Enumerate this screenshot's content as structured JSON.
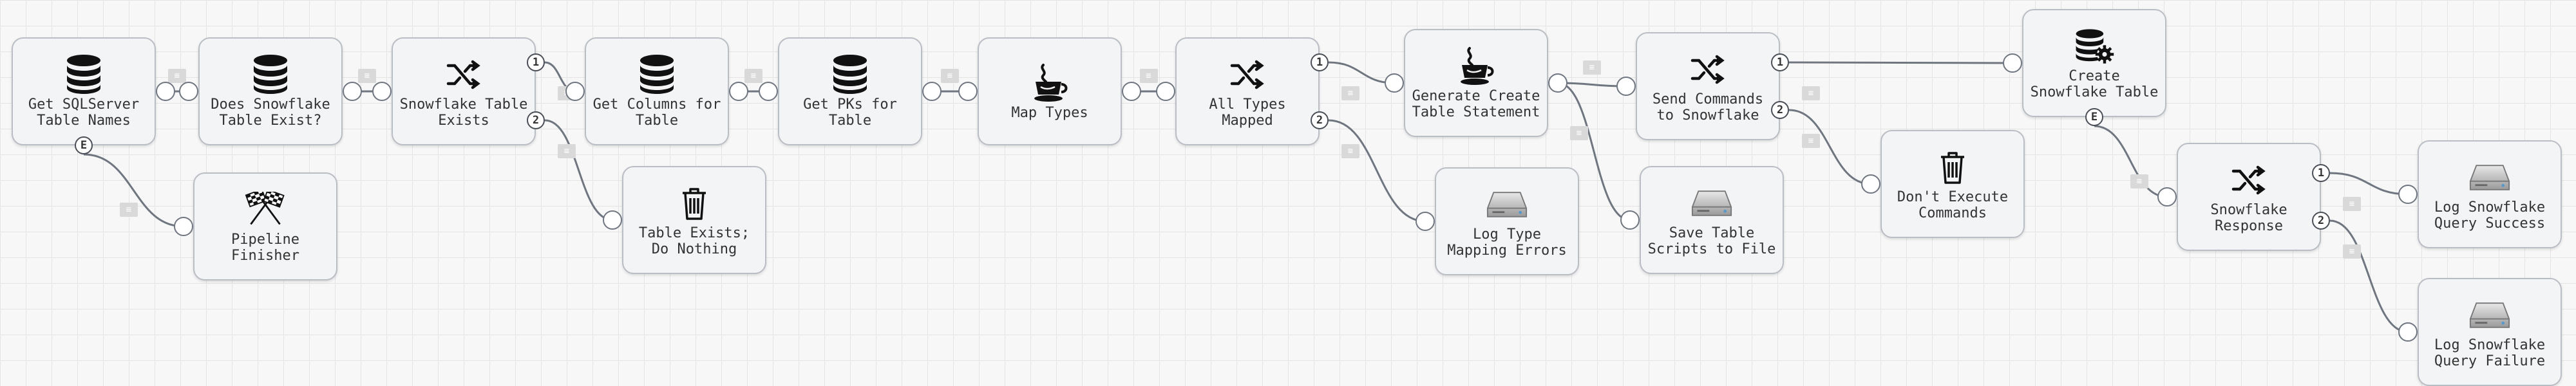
{
  "nodes": [
    {
      "id": "n1",
      "label": "Get SQLServer\nTable Names",
      "icon": "database-icon"
    },
    {
      "id": "n2",
      "label": "Does Snowflake\nTable Exist?",
      "icon": "database-icon"
    },
    {
      "id": "n3",
      "label": "Snowflake Table\nExists",
      "icon": "shuffle-icon"
    },
    {
      "id": "n4",
      "label": "Get Columns for\nTable",
      "icon": "database-icon"
    },
    {
      "id": "n5",
      "label": "Get PKs for\nTable",
      "icon": "database-icon"
    },
    {
      "id": "n6",
      "label": "Map Types",
      "icon": "blender-icon"
    },
    {
      "id": "n7",
      "label": "All Types\nMapped",
      "icon": "shuffle-icon"
    },
    {
      "id": "n8",
      "label": "Generate Create\nTable Statement",
      "icon": "blender-icon"
    },
    {
      "id": "n9",
      "label": "Send Commands\nto Snowflake",
      "icon": "shuffle-icon"
    },
    {
      "id": "n10",
      "label": "Create\nSnowflake Table",
      "icon": "database-gear-icon"
    },
    {
      "id": "n11",
      "label": "Pipeline\nFinisher",
      "icon": "checkered-flags-icon"
    },
    {
      "id": "n12",
      "label": "Table Exists;\nDo Nothing",
      "icon": "trash-icon"
    },
    {
      "id": "n13",
      "label": "Log Type\nMapping Errors",
      "icon": "disk-icon"
    },
    {
      "id": "n14",
      "label": "Save Table\nScripts to File",
      "icon": "disk-icon"
    },
    {
      "id": "n15",
      "label": "Don't Execute\nCommands",
      "icon": "trash-icon"
    },
    {
      "id": "n16",
      "label": "Snowflake\nResponse",
      "icon": "shuffle-icon"
    },
    {
      "id": "n17",
      "label": "Log Snowflake\nQuery Success",
      "icon": "disk-icon"
    },
    {
      "id": "n18",
      "label": "Log Snowflake\nQuery Failure",
      "icon": "disk-icon"
    }
  ],
  "port_labels": {
    "branch_one": "1",
    "branch_two": "2",
    "error": "E"
  },
  "edge_tag_label": "≡",
  "colors": {
    "wire": "#6f7680",
    "node_border": "#b9bdc4",
    "node_fill": "#f3f4f6",
    "tag": "#d9d9d9"
  }
}
